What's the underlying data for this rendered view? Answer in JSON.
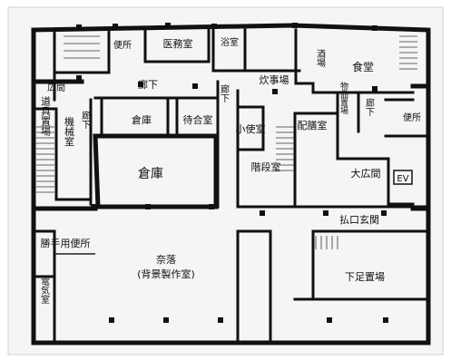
{
  "rooms": {
    "benjo_top": "便所",
    "imushitsu": "医務室",
    "yokushitsu": "浴室",
    "sakaba": "酒場",
    "shokudo": "食堂",
    "hiroma": "広間",
    "roka_top": "廊下",
    "roka_mid": "廊下",
    "suijiba": "炊事場",
    "dogu_kanba": "道具置場",
    "kikaishitsu": "機械室",
    "roka_left": "廊下",
    "soko_small": "倉庫",
    "machiaishitsu": "待合室",
    "kozukaishitsu": "小使室",
    "haizenshitsu": "配膳室",
    "kokunotsuzukiba": "物品置場",
    "roka_right": "廊下",
    "benjo_right": "便所",
    "soko_large": "倉庫",
    "kaidanshitsu": "階段室",
    "daigenkan": "大広間",
    "ev": "EV",
    "haraiguchi_genkan": "払口玄関",
    "katte_benjo": "勝手用便所",
    "narakuname": "奈落",
    "haikei_seisaku": "(背景製作室)",
    "gesokuba": "下足置場",
    "denkishitsu": "電気室"
  }
}
